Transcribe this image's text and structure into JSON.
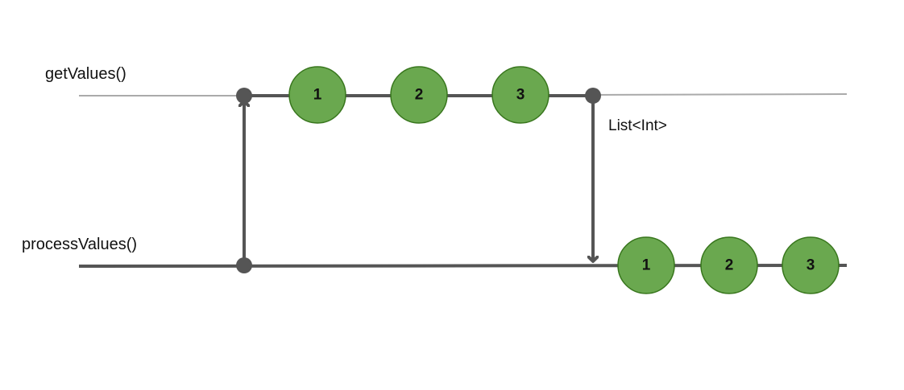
{
  "colors": {
    "background": "#ffffff",
    "timeline_idle": "#aaaaaa",
    "timeline_active": "#555555",
    "marble_fill": "#6aa84f",
    "marble_stroke": "#38761d",
    "text": "#111111"
  },
  "lanes": {
    "top": {
      "label": "getValues()",
      "marbles": [
        "1",
        "2",
        "3"
      ]
    },
    "bottom": {
      "label": "processValues()",
      "marbles": [
        "1",
        "2",
        "3"
      ]
    }
  },
  "transfer": {
    "type_label": "List<Int>"
  }
}
